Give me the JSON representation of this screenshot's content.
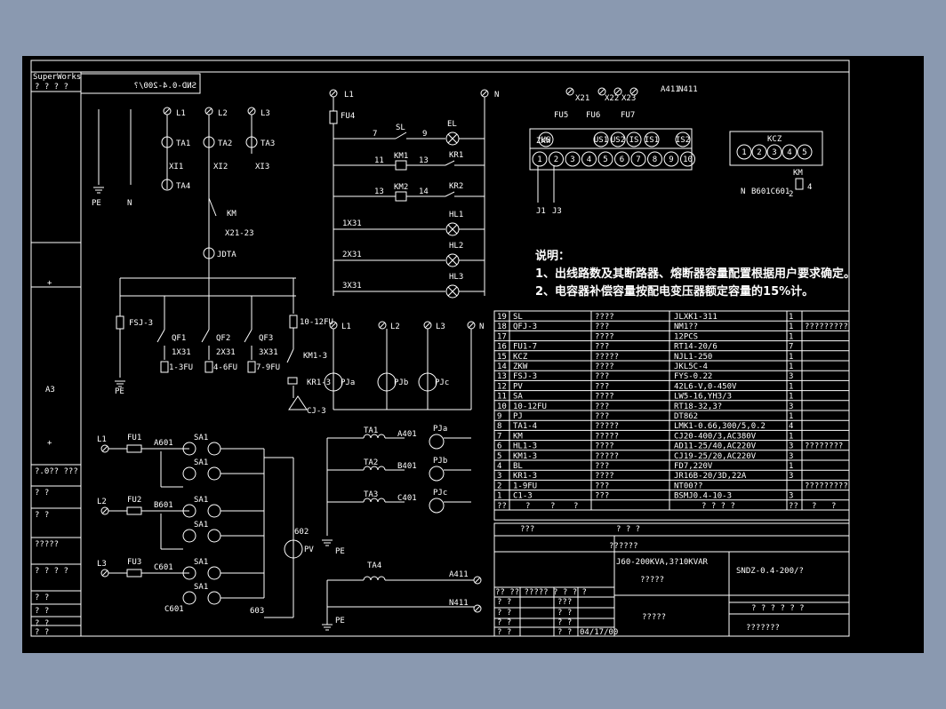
{
  "sidebar": {
    "logo": "SuperWorks",
    "logo_sub": "? ? ? ?",
    "paper_size": "A3",
    "plus_top": "+",
    "plus_bottom": "+",
    "cells": [
      "?.0?? ???",
      "? ?",
      "? ?",
      "?????",
      "? ? ? ?",
      "? ?",
      "? ?",
      "? ?",
      "? ?"
    ]
  },
  "drawing_id_mirrored": "SND-0.4-200/?",
  "notes": {
    "title": "说明：",
    "line1": "1、出线路数及其断路器、熔断器容量配置根据用户要求确定。",
    "line2": "2、电容器补偿容量按配电变压器额定容量的15%计。"
  },
  "schematic_labels": {
    "l1": "L1",
    "l2": "L2",
    "l3": "L3",
    "n": "N",
    "pe": "PE",
    "ta1": "TA1",
    "ta2": "TA2",
    "ta3": "TA3",
    "ta4": "TA4",
    "xi1": "XI1",
    "xi2": "XI2",
    "xi3": "XI3",
    "km": "KM",
    "x2123": "X21-23",
    "jdta": "JDTA",
    "fsj3": "FSJ-3",
    "qf1": "QF1",
    "qf2": "QF2",
    "qf3": "QF3",
    "fu1012": "10-12FU",
    "ix31": "1X31",
    "ix32": "2X31",
    "ix33": "3X31",
    "fu13": "1-3FU",
    "fu46": "4-6FU",
    "fu79": "7-9FU",
    "km13": "KM1-3",
    "kr13": "KR1-3",
    "cj3": "CJ-3",
    "fu1": "FU1",
    "fu2": "FU2",
    "fu3": "FU3",
    "fu4": "FU4",
    "fu5": "FU5",
    "fu6": "FU6",
    "fu7": "FU7",
    "a601": "A601",
    "b601": "B601",
    "c601": "C601",
    "c601b": "C601",
    "sa1": "SA1",
    "n602": "602",
    "n603": "603",
    "pv": "PV",
    "sl": "SL",
    "el": "EL",
    "km1": "KM1",
    "km2": "KM2",
    "kr1": "KR1",
    "kr2": "KR2",
    "hl1": "HL1",
    "hl2": "HL2",
    "hl3": "HL3",
    "n7": "7",
    "n9": "9",
    "n11": "11",
    "n13": "13",
    "n14": "14",
    "pja": "PJa",
    "pjb": "PJb",
    "pjc": "PJc",
    "a401": "A401",
    "b401": "B401",
    "c401": "C401",
    "a411": "A411",
    "n411": "N411",
    "x21": "X21",
    "x22": "X22",
    "x23": "X23",
    "a41": "A411",
    "n41": "N411",
    "zkw": "ZKW",
    "kcz": "KCZ",
    "us1": "US",
    "us2": "US1",
    "us3": "US2",
    "us4": "IS",
    "is1": "IS1",
    "is2": "IS2",
    "j1": "J1",
    "j3": "J3",
    "n_lbl": "N",
    "b601c601": "B601C601",
    "km_k": "KM",
    "k2": "2",
    "k4": "4"
  },
  "bom": {
    "rows": [
      {
        "no": "19",
        "code": "SL",
        "name": "????",
        "model": "JLXK1-311",
        "qty": "1",
        "note": ""
      },
      {
        "no": "18",
        "code": "QFJ-3",
        "name": "???",
        "model": "NM1??",
        "qty": "1",
        "note": "?????????"
      },
      {
        "no": "17",
        "code": "",
        "name": "????",
        "model": "12PCS",
        "qty": "1",
        "note": ""
      },
      {
        "no": "16",
        "code": "FU1-7",
        "name": "???",
        "model": "RT14-20/6",
        "qty": "7",
        "note": ""
      },
      {
        "no": "15",
        "code": "KCZ",
        "name": "?????",
        "model": "NJL1-250",
        "qty": "1",
        "note": ""
      },
      {
        "no": "14",
        "code": "ZKW",
        "name": "????",
        "model": "JKL5C-4",
        "qty": "1",
        "note": ""
      },
      {
        "no": "13",
        "code": "FSJ-3",
        "name": "???",
        "model": "FYS-0.22",
        "qty": "3",
        "note": ""
      },
      {
        "no": "12",
        "code": "PV",
        "name": "???",
        "model": "42L6-V,0-450V",
        "qty": "1",
        "note": ""
      },
      {
        "no": "11",
        "code": "SA",
        "name": "????",
        "model": "LW5-16,YH3/3",
        "qty": "1",
        "note": ""
      },
      {
        "no": "10",
        "code": "10-12FU",
        "name": "???",
        "model": "RT18-32,3?",
        "qty": "3",
        "note": ""
      },
      {
        "no": "9",
        "code": "PJ",
        "name": "???",
        "model": "DT862",
        "qty": "1",
        "note": ""
      },
      {
        "no": "8",
        "code": "TA1-4",
        "name": "?????",
        "model": "LMK1-0.66,300/5,0.2",
        "qty": "4",
        "note": ""
      },
      {
        "no": "7",
        "code": "KM",
        "name": "?????",
        "model": "CJ20-400/3,AC380V",
        "qty": "1",
        "note": ""
      },
      {
        "no": "6",
        "code": "HL1-3",
        "name": "????",
        "model": "AD11-25/40,AC220V",
        "qty": "3",
        "note": "????????"
      },
      {
        "no": "5",
        "code": "KM1-3",
        "name": "?????",
        "model": "CJ19-25/20,AC220V",
        "qty": "3",
        "note": ""
      },
      {
        "no": "4",
        "code": "BL",
        "name": "???",
        "model": "FD7,220V",
        "qty": "1",
        "note": ""
      },
      {
        "no": "3",
        "code": "KR1-3",
        "name": "????",
        "model": "JR16B-20/3D,22A",
        "qty": "3",
        "note": ""
      },
      {
        "no": "2",
        "code": "1-9FU",
        "name": "???",
        "model": "NT00??",
        "qty": "",
        "note": "?????????"
      },
      {
        "no": "1",
        "code": "C1-3",
        "name": "???",
        "model": "BSMJ0.4-10-3",
        "qty": "3",
        "note": ""
      }
    ],
    "header": [
      "??",
      "?",
      "?",
      "?",
      "? ? ? ?",
      "??",
      "?",
      "?"
    ]
  },
  "title_block": {
    "top_cell_a": "???",
    "top_cell_b": "? ? ?",
    "top_cell_c": "??????",
    "spec": "J60-200KVA,3?10KVAR",
    "name_top": "?????",
    "drawing_no": "SNDZ-0.4-200/?",
    "name_bottom": "?????",
    "company": "???????",
    "grid_row1": "?? ??  ?????  ? ?  ? ?",
    "grid_r2a": "? ?",
    "grid_r2b": "???",
    "grid_r3a": "? ?",
    "grid_r3b": "? ?",
    "grid_r4a": "? ?",
    "grid_r4b": "? ?",
    "grid_r5a": "? ?",
    "grid_r5b": "? ?",
    "date": "04/17/00",
    "small_row": "? ?  ?  ? ?  ?"
  }
}
